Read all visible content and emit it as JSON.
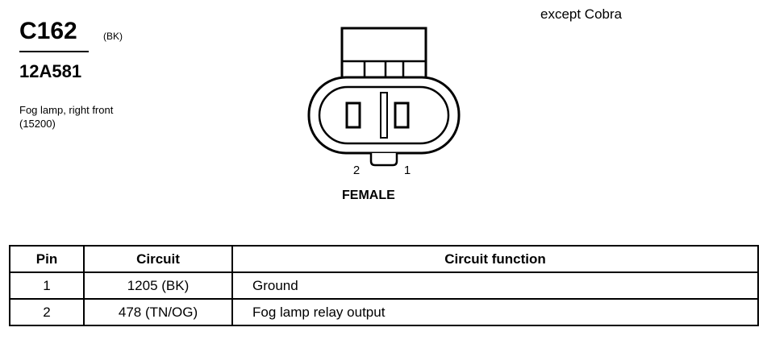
{
  "connector": {
    "id": "C162",
    "color": "(BK)",
    "part_number": "12A581",
    "description_line1": "Fog lamp, right front",
    "description_line2": "(15200)",
    "variant": "except Cobra",
    "gender": "FEMALE",
    "pin_labels": [
      "2",
      "1"
    ]
  },
  "table": {
    "headers": [
      "Pin",
      "Circuit",
      "Circuit function"
    ],
    "rows": [
      {
        "pin": "1",
        "circuit": "1205 (BK)",
        "function": "Ground"
      },
      {
        "pin": "2",
        "circuit": "478 (TN/OG)",
        "function": "Fog lamp relay output"
      }
    ]
  }
}
